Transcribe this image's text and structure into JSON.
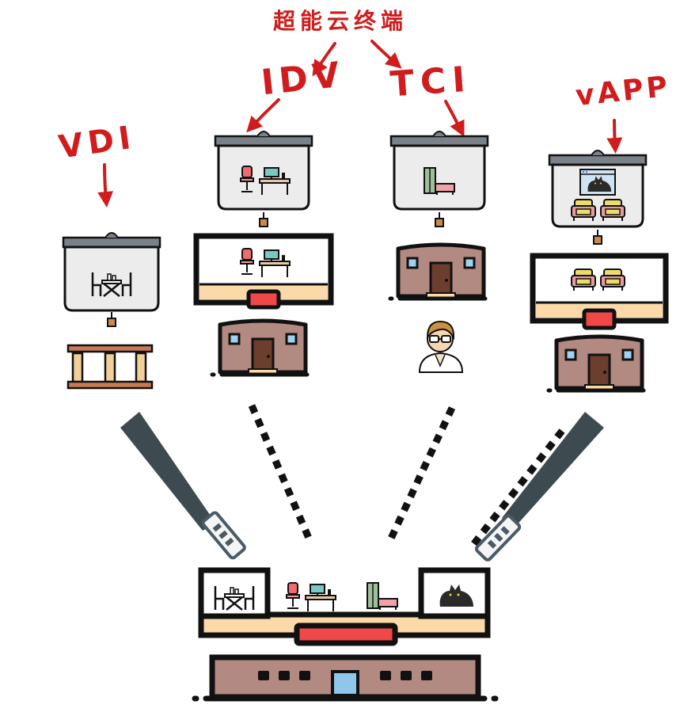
{
  "labels": {
    "super_cloud_terminal": "超能云终端",
    "idv": "IDV",
    "tci": "TCI",
    "vdi": "VDI",
    "vapp": "vAPP"
  },
  "colors": {
    "annotation_red": "#d01c1c",
    "outline": "#111111",
    "house_wall": "#b38a82",
    "screen_bezel_bottom": "#fbd9a8",
    "indicator_red": "#f04848",
    "projector_frame": "#7b8189",
    "beam": "#3d4a4f",
    "window_blue": "#90c6ea"
  },
  "icons": [
    "vdi-projector-screen-icon",
    "dining-table-icon",
    "colonnade-icon",
    "idv-projector-screen-icon",
    "office-desk-icon",
    "monitor-icon",
    "house-icon",
    "tci-projector-screen-icon",
    "bedroom-icon",
    "user-avatar-icon",
    "vapp-projector-screen-icon",
    "armchairs-icon",
    "cat-window-icon",
    "flashlight-icon",
    "super-cloud-terminal-icon"
  ]
}
